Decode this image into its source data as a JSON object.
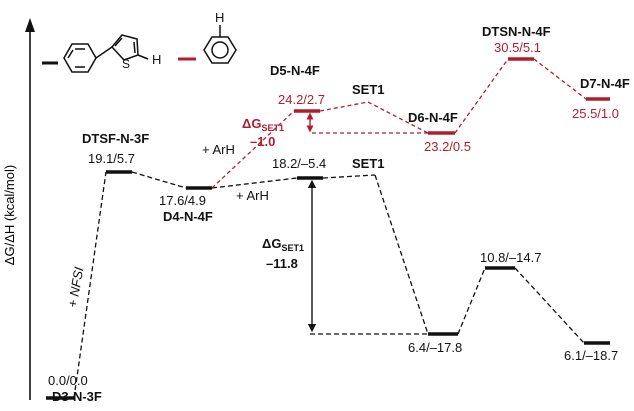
{
  "axis": {
    "label": "ΔG/ΔH (kcal/mol)"
  },
  "colors": {
    "black": "#111111",
    "red": "#b01e2d",
    "white": "#ffffff"
  },
  "legend": {
    "black_molecule": "2-phenylthiophene",
    "red_molecule": "benzene",
    "black_atom_S": "S",
    "black_atom_H": "H",
    "red_atom_H": "H"
  },
  "states": {
    "d3": {
      "name": "D3-N-3F",
      "values": "0.0/0.0"
    },
    "dtsf": {
      "name": "DTSF-N-3F",
      "values": "19.1/5.7"
    },
    "d4": {
      "name": "D4-N-4F",
      "values": "17.6/4.9"
    },
    "set1_black": {
      "name": "SET1",
      "values": "18.2/–5.4"
    },
    "p1": {
      "values": "6.4/–17.8"
    },
    "p2": {
      "values": "10.8/–14.7"
    },
    "p3": {
      "values": "6.1/–18.7"
    },
    "d5": {
      "name": "D5-N-4F",
      "values": "24.2/2.7"
    },
    "set1_red": {
      "name": "SET1"
    },
    "d6": {
      "name": "D6-N-4F",
      "values": "23.2/0.5"
    },
    "dtsn": {
      "name": "DTSN-N-4F",
      "values": "30.5/5.1"
    },
    "d7": {
      "name": "D7-N-4F",
      "values": "25.5/1.0"
    }
  },
  "annotations": {
    "nfsi": "+ NFSI",
    "arh_black": "+ ArH",
    "arh_red": "+ ArH",
    "dg_black": {
      "delta": "ΔG",
      "sub": "SET1",
      "value": "–11.8"
    },
    "dg_red": {
      "delta": "ΔG",
      "sub": "SET1",
      "value": "–1.0"
    }
  }
}
